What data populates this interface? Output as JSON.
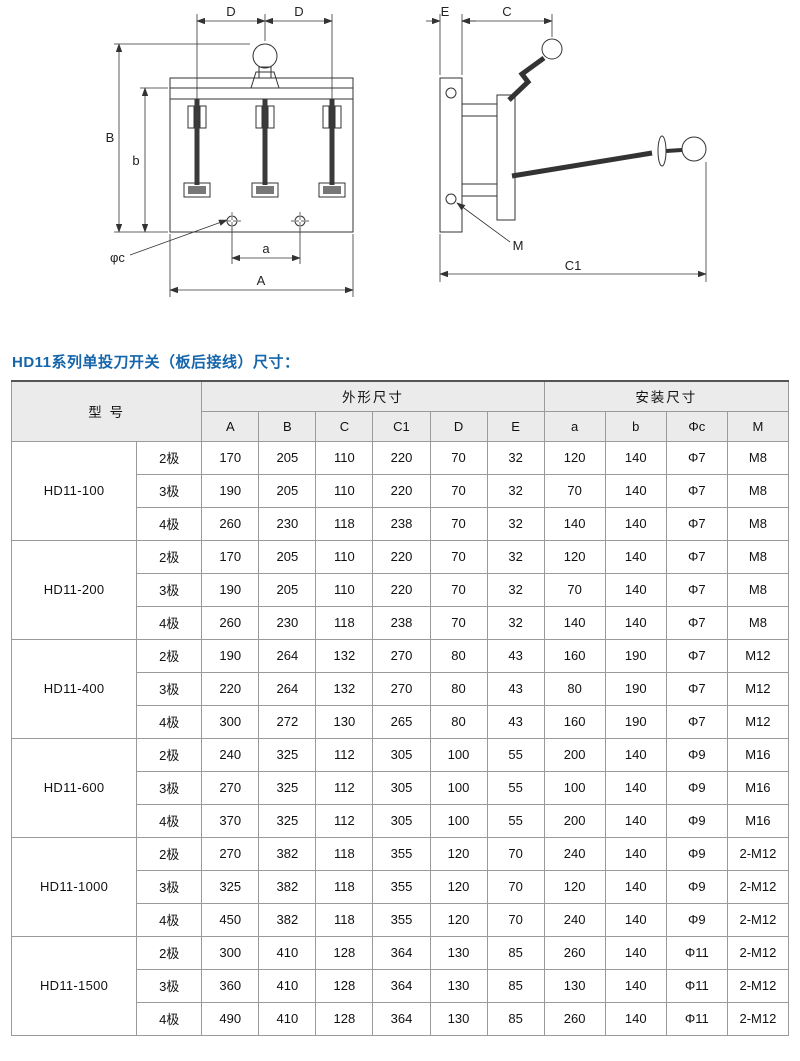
{
  "page": {
    "heading": "HD11系列单投刀开关（板后接线）尺寸："
  },
  "diagrams": {
    "front_view": {
      "dim_d_left": "D",
      "dim_d_right": "D",
      "dim_b_outer": "B",
      "dim_b_inner": "b",
      "dim_a_inner": "a",
      "dim_a_outer": "A",
      "hole_label": "φc"
    },
    "side_view": {
      "dim_e": "E",
      "dim_c": "C",
      "dim_c1": "C1",
      "thread_label": "M"
    }
  },
  "table": {
    "header": {
      "model": "型  号",
      "outline": "外形尺寸",
      "mounting": "安装尺寸",
      "dim_columns": [
        "A",
        "B",
        "C",
        "C1",
        "D",
        "E",
        "a",
        "b",
        "Φc",
        "M"
      ]
    },
    "groups": [
      {
        "model": "HD11-100",
        "rows": [
          {
            "pole": "2极",
            "values": [
              "170",
              "205",
              "110",
              "220",
              "70",
              "32",
              "120",
              "140",
              "Φ7",
              "M8"
            ]
          },
          {
            "pole": "3极",
            "values": [
              "190",
              "205",
              "110",
              "220",
              "70",
              "32",
              "70",
              "140",
              "Φ7",
              "M8"
            ]
          },
          {
            "pole": "4极",
            "values": [
              "260",
              "230",
              "118",
              "238",
              "70",
              "32",
              "140",
              "140",
              "Φ7",
              "M8"
            ]
          }
        ]
      },
      {
        "model": "HD11-200",
        "rows": [
          {
            "pole": "2极",
            "values": [
              "170",
              "205",
              "110",
              "220",
              "70",
              "32",
              "120",
              "140",
              "Φ7",
              "M8"
            ]
          },
          {
            "pole": "3极",
            "values": [
              "190",
              "205",
              "110",
              "220",
              "70",
              "32",
              "70",
              "140",
              "Φ7",
              "M8"
            ]
          },
          {
            "pole": "4极",
            "values": [
              "260",
              "230",
              "118",
              "238",
              "70",
              "32",
              "140",
              "140",
              "Φ7",
              "M8"
            ]
          }
        ]
      },
      {
        "model": "HD11-400",
        "rows": [
          {
            "pole": "2极",
            "values": [
              "190",
              "264",
              "132",
              "270",
              "80",
              "43",
              "160",
              "190",
              "Φ7",
              "M12"
            ]
          },
          {
            "pole": "3极",
            "values": [
              "220",
              "264",
              "132",
              "270",
              "80",
              "43",
              "80",
              "190",
              "Φ7",
              "M12"
            ]
          },
          {
            "pole": "4极",
            "values": [
              "300",
              "272",
              "130",
              "265",
              "80",
              "43",
              "160",
              "190",
              "Φ7",
              "M12"
            ]
          }
        ]
      },
      {
        "model": "HD11-600",
        "rows": [
          {
            "pole": "2极",
            "values": [
              "240",
              "325",
              "112",
              "305",
              "100",
              "55",
              "200",
              "140",
              "Φ9",
              "M16"
            ]
          },
          {
            "pole": "3极",
            "values": [
              "270",
              "325",
              "112",
              "305",
              "100",
              "55",
              "100",
              "140",
              "Φ9",
              "M16"
            ]
          },
          {
            "pole": "4极",
            "values": [
              "370",
              "325",
              "112",
              "305",
              "100",
              "55",
              "200",
              "140",
              "Φ9",
              "M16"
            ]
          }
        ]
      },
      {
        "model": "HD11-1000",
        "rows": [
          {
            "pole": "2极",
            "values": [
              "270",
              "382",
              "118",
              "355",
              "120",
              "70",
              "240",
              "140",
              "Φ9",
              "2-M12"
            ]
          },
          {
            "pole": "3极",
            "values": [
              "325",
              "382",
              "118",
              "355",
              "120",
              "70",
              "120",
              "140",
              "Φ9",
              "2-M12"
            ]
          },
          {
            "pole": "4极",
            "values": [
              "450",
              "382",
              "118",
              "355",
              "120",
              "70",
              "240",
              "140",
              "Φ9",
              "2-M12"
            ]
          }
        ]
      },
      {
        "model": "HD11-1500",
        "rows": [
          {
            "pole": "2极",
            "values": [
              "300",
              "410",
              "128",
              "364",
              "130",
              "85",
              "260",
              "140",
              "Φ11",
              "2-M12"
            ]
          },
          {
            "pole": "3极",
            "values": [
              "360",
              "410",
              "128",
              "364",
              "130",
              "85",
              "130",
              "140",
              "Φ11",
              "2-M12"
            ]
          },
          {
            "pole": "4极",
            "values": [
              "490",
              "410",
              "128",
              "364",
              "130",
              "85",
              "260",
              "140",
              "Φ11",
              "2-M12"
            ]
          }
        ]
      }
    ]
  }
}
